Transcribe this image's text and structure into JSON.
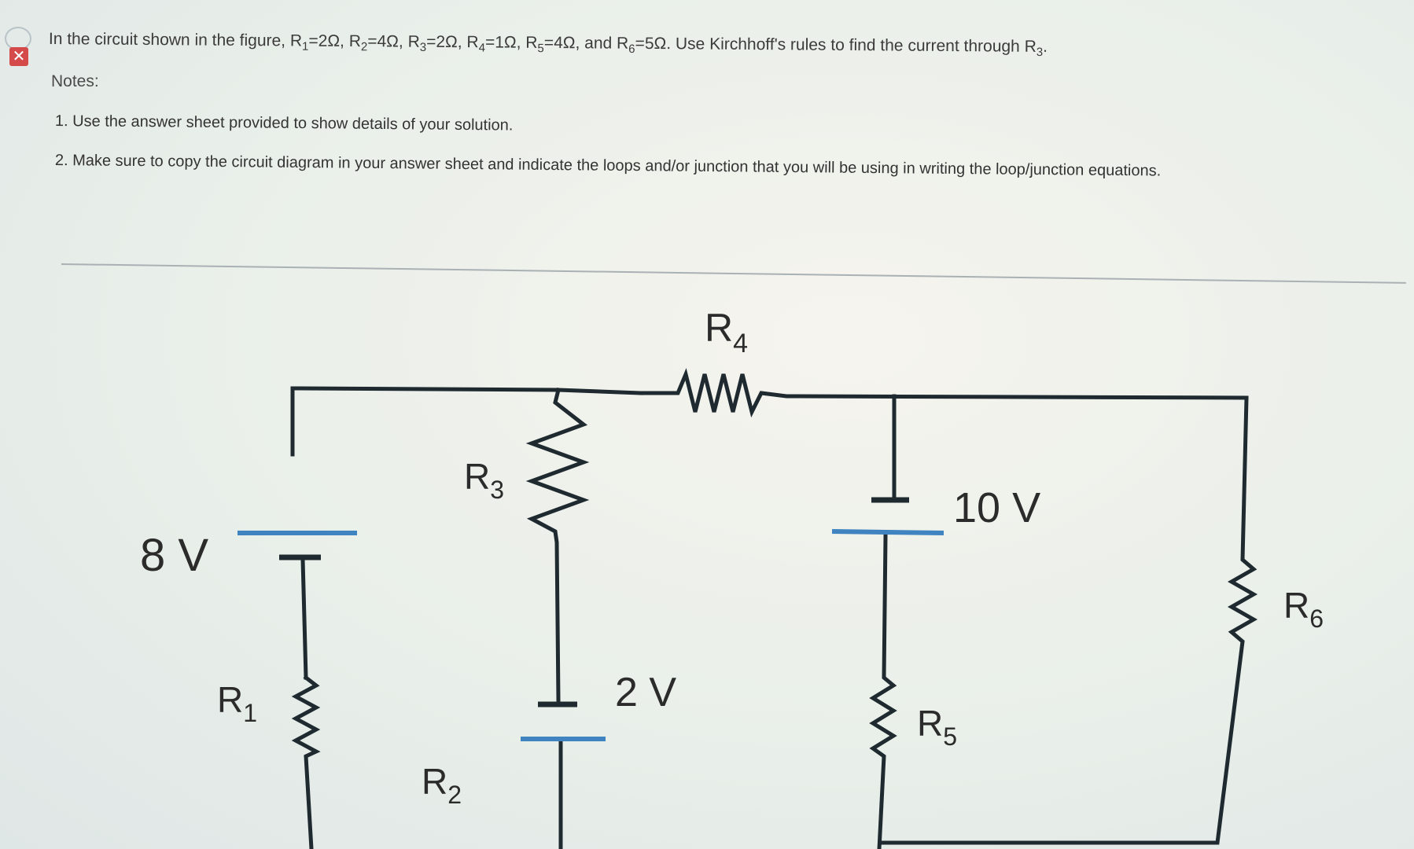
{
  "question": {
    "lead": "In the circuit shown in the figure,",
    "resistors": [
      {
        "label": "R",
        "sub": "1",
        "value": "2Ω"
      },
      {
        "label": "R",
        "sub": "2",
        "value": "4Ω"
      },
      {
        "label": "R",
        "sub": "3",
        "value": "2Ω"
      },
      {
        "label": "R",
        "sub": "4",
        "value": "1Ω"
      },
      {
        "label": "R",
        "sub": "5",
        "value": "4Ω"
      },
      {
        "label": "R",
        "sub": "6",
        "value": "5Ω"
      }
    ],
    "and_word": "and",
    "task": "Use Kirchhoff's rules to find the current through",
    "target": {
      "label": "R",
      "sub": "3"
    }
  },
  "notes": {
    "label": "Notes:",
    "items": [
      "1. Use the answer sheet provided to show details of your solution.",
      "2. Make sure to copy the circuit diagram in your answer sheet and indicate the loops and/or junction that you will be using in writing the loop/junction equations."
    ]
  },
  "circuit": {
    "battery_left": "8 V",
    "battery_middle": "2 V",
    "battery_right": "10 V",
    "r1": {
      "label": "R",
      "sub": "1"
    },
    "r2": {
      "label": "R",
      "sub": "2"
    },
    "r3": {
      "label": "R",
      "sub": "3"
    },
    "r4": {
      "label": "R",
      "sub": "4"
    },
    "r5": {
      "label": "R",
      "sub": "5"
    },
    "r6": {
      "label": "R",
      "sub": "6"
    }
  },
  "colors": {
    "wire": "#1f2a30",
    "battery_plate": "#3f83c0",
    "error_badge": "#d44a4a"
  },
  "icons": {
    "status": "error-x-icon"
  }
}
